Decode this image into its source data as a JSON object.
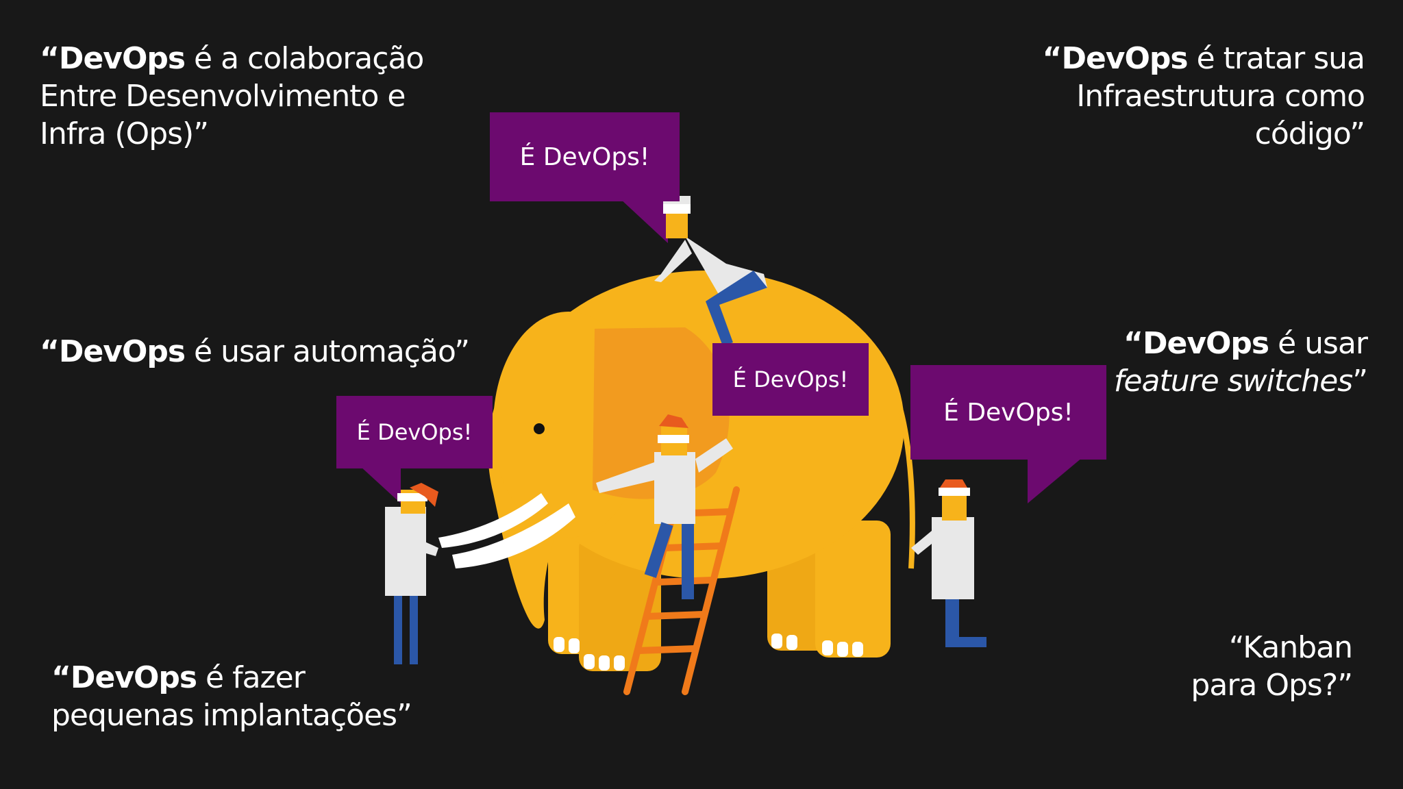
{
  "quotes": {
    "q1": {
      "open": "“",
      "bold": "DevOps",
      "rest1": " é a colaboração",
      "line2": "Entre Desenvolvimento e",
      "line3": "Infra (Ops)”"
    },
    "q2": {
      "open": "“",
      "bold": "DevOps",
      "rest1": " é tratar sua",
      "line2": "Infraestrutura como",
      "line3": "código”"
    },
    "q3": {
      "open": "“",
      "bold": "DevOps",
      "rest1": " é usar automação”"
    },
    "q4": {
      "open": "“",
      "bold": "DevOps",
      "rest1": " é usar",
      "line2": "feature switches",
      "close": "”"
    },
    "q5": {
      "open": "“",
      "bold": "DevOps",
      "rest1": " é fazer",
      "line2": "pequenas implantações”"
    },
    "q6": {
      "line1": "“Kanban",
      "line2": "para Ops?”"
    }
  },
  "bubbles": {
    "top": "É DevOps!",
    "left": "É DevOps!",
    "middle": "É DevOps!",
    "right": "É DevOps!"
  },
  "colors": {
    "background": "#181818",
    "bubble": "#6c0a6f",
    "elephant": "#f7b31b",
    "ear": "#f29b1f",
    "shirt": "#e8e8e8",
    "pants": "#2b57a8",
    "hair": "#e85a1e",
    "ladder": "#f07a1a"
  }
}
